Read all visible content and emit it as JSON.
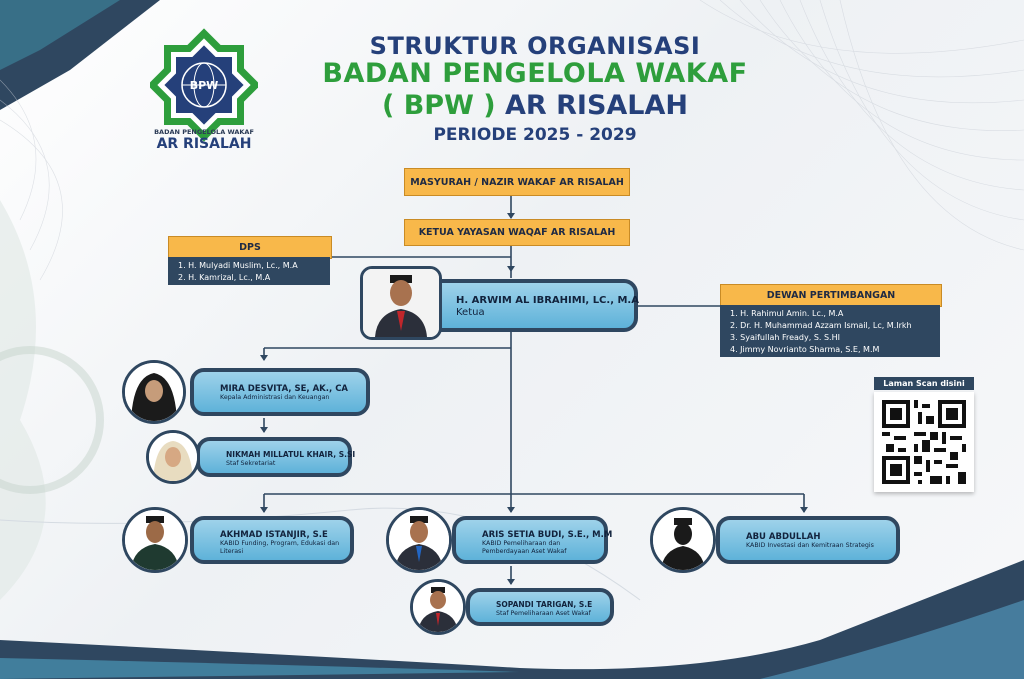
{
  "header": {
    "line1": "STRUKTUR ORGANISASI",
    "line2": "BADAN PENGELOLA WAKAF",
    "line3_green": "( BPW )",
    "line3_blue": " AR RISALAH",
    "period": "PERIODE 2025 - 2029"
  },
  "logo": {
    "badge": "BPW",
    "subtitle": "BADAN PENGELOLA WAKAF",
    "title": "AR RISALAH"
  },
  "nodes": {
    "masyurah": "MASYURAH / NAZIR WAKAF AR RISALAH",
    "ketua_yayasan": "KETUA YAYASAN WAQAF AR RISALAH"
  },
  "dps": {
    "title": "DPS",
    "members": [
      "1. H. Mulyadi Muslim, Lc., M.A",
      "2. H. Kamrizal, Lc., M.A"
    ]
  },
  "dewan": {
    "title": "DEWAN PERTIMBANGAN",
    "members": [
      "1. H. Rahimul Amin. Lc., M.A",
      "2. Dr. H. Muhammad Azzam Ismail, Lc, M.Irkh",
      "3. Syaifullah Fready, S. S.HI",
      "4. Jimmy Novrianto Sharma, S.E, M.M"
    ]
  },
  "people": {
    "ketua": {
      "name": "H. ARWIM AL IBRAHIMI, LC., M.A",
      "role": "Ketua"
    },
    "mira": {
      "name": "MIRA DESVITA, SE, AK., CA",
      "role": "Kepala Administrasi dan Keuangan"
    },
    "nikmah": {
      "name": "NIKMAH MILLATUL KHAIR, S.SI",
      "role": "Staf Sekretariat"
    },
    "akhmad": {
      "name": "AKHMAD ISTANJIR, S.E",
      "role": "KABID Funding, Program, Edukasi dan Literasi"
    },
    "aris": {
      "name": "ARIS SETIA BUDI, S.E., M.M",
      "role": "KABID Pemeliharaan dan Pemberdayaan Aset Wakaf"
    },
    "abu": {
      "name": "ABU ABDULLAH",
      "role": "KABID Investasi dan Kemitraan Strategis"
    },
    "sopandi": {
      "name": "SOPANDI TARIGAN, S.E",
      "role": "Staf Pemeliharaan Aset Wakaf"
    }
  },
  "qr": {
    "label": "Laman Scan disini"
  },
  "colors": {
    "navy": "#2f4760",
    "orange": "#f8b84a",
    "green": "#2e9e3c",
    "title_blue": "#25407a",
    "pill_blue": "#6ab8dd"
  }
}
